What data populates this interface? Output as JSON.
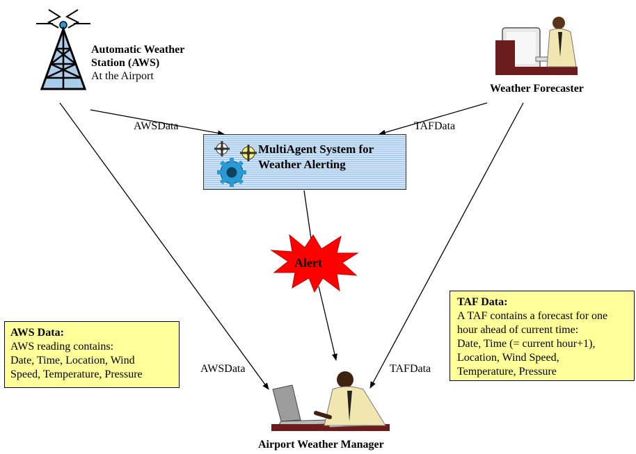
{
  "aws_station": {
    "name_line1": "Automatic Weather",
    "name_line2": "Station (AWS)",
    "location": "At the Airport"
  },
  "forecaster": {
    "label": "Weather Forecaster"
  },
  "mas": {
    "line1": "MultiAgent System for",
    "line2": "Weather Alerting"
  },
  "alert": {
    "label": "Alert"
  },
  "manager": {
    "label": "Airport Weather Manager"
  },
  "edges": {
    "aws_to_mas": "AWSData",
    "taf_to_mas": "TAFData",
    "aws_to_manager": "AWSData",
    "taf_to_manager": "TAFData"
  },
  "aws_note": {
    "title": "AWS Data:",
    "lines": [
      "AWS reading contains:",
      "Date, Time, Location, Wind",
      "Speed, Temperature, Pressure"
    ]
  },
  "taf_note": {
    "title": "TAF Data:",
    "lines": [
      "A TAF contains a forecast for one",
      "hour ahead of current time:",
      "Date, Time (= current hour+1),",
      "Location, Wind Speed,",
      "Temperature, Pressure"
    ]
  },
  "colors": {
    "alert_fill": "#ff0000",
    "note_fill": "#ffff99",
    "gear_blue": "#2a9ad6",
    "box_blue": "#cfe3f7"
  }
}
